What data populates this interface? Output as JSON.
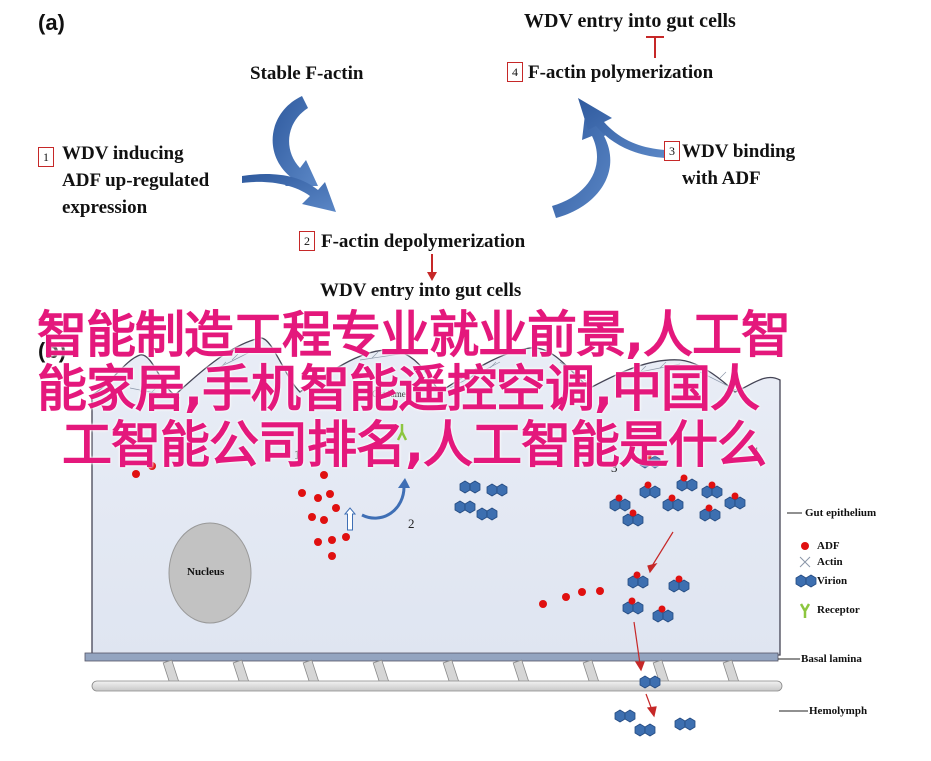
{
  "panel_a": {
    "label": "(a)",
    "top_text": "WDV entry into gut cells",
    "stable": "Stable F-actin",
    "step1": {
      "num": "1",
      "lines": [
        "WDV inducing",
        "ADF up-regulated",
        "expression"
      ]
    },
    "step2": {
      "num": "2",
      "text": "F-actin depolymerization"
    },
    "step3": {
      "num": "3",
      "lines": [
        "WDV binding",
        "with ADF"
      ]
    },
    "step4": {
      "num": "4",
      "text": "F-actin polymerization"
    },
    "bottom_text": "WDV entry into gut cells"
  },
  "panel_b": {
    "label": "(b)",
    "nucleus": "Nucleus",
    "gut_lumen": "Gut lumen",
    "step_numbers": [
      "1",
      "2",
      "3",
      "4"
    ],
    "layers": {
      "gut_epithelium": "Gut epithelium",
      "basal_lamina": "Basal lamina",
      "hemolymph": "Hemolymph"
    },
    "legend": [
      {
        "label": "ADF",
        "icon": "red-dot-icon"
      },
      {
        "label": "Actin",
        "icon": "cross-icon"
      },
      {
        "label": "Virion",
        "icon": "hexagon-icon"
      },
      {
        "label": "Receptor",
        "icon": "y-receptor-icon"
      }
    ],
    "colors": {
      "adf": "#e01010",
      "virion": "#3d6fb0",
      "receptor": "#8cc63f",
      "arrow": "#c62828",
      "curved_arrow": "#3f6fb5"
    }
  },
  "watermark": {
    "lines": [
      "智能制造工程专业就业前景,人工智",
      "能家居,手机智能遥控空调,中国人",
      "工智能公司排名,人工智能是什么"
    ],
    "color": "#e4187c"
  }
}
